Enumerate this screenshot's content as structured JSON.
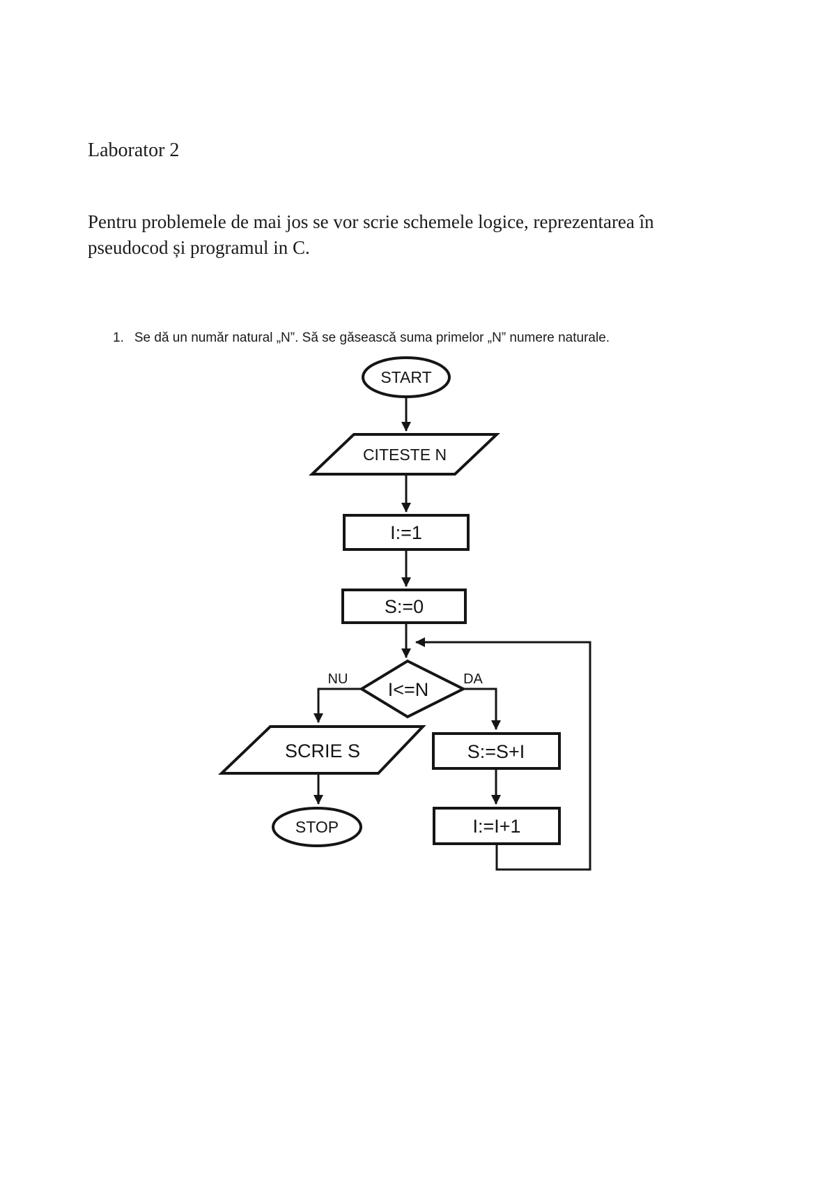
{
  "document": {
    "title": "Laborator 2",
    "intro_line1": "Pentru problemele de mai jos se vor scrie schemele logice, reprezentarea în",
    "intro_line2": "pseudocod și programul in C.",
    "item": {
      "number": "1.",
      "text": "Se dă un număr natural „N”. Să se găsească suma primelor „N” numere naturale."
    }
  },
  "flowchart": {
    "start": "START",
    "read_input": "CITESTE N",
    "init_i": "I:=1",
    "init_s": "S:=0",
    "condition": "I<=N",
    "branch_no": "NU",
    "branch_yes": "DA",
    "write_output": "SCRIE S",
    "stop": "STOP",
    "accumulate": "S:=S+I",
    "increment": "I:=I+1"
  },
  "colors": {
    "ink": "#151515",
    "paper": "#ffffff"
  }
}
